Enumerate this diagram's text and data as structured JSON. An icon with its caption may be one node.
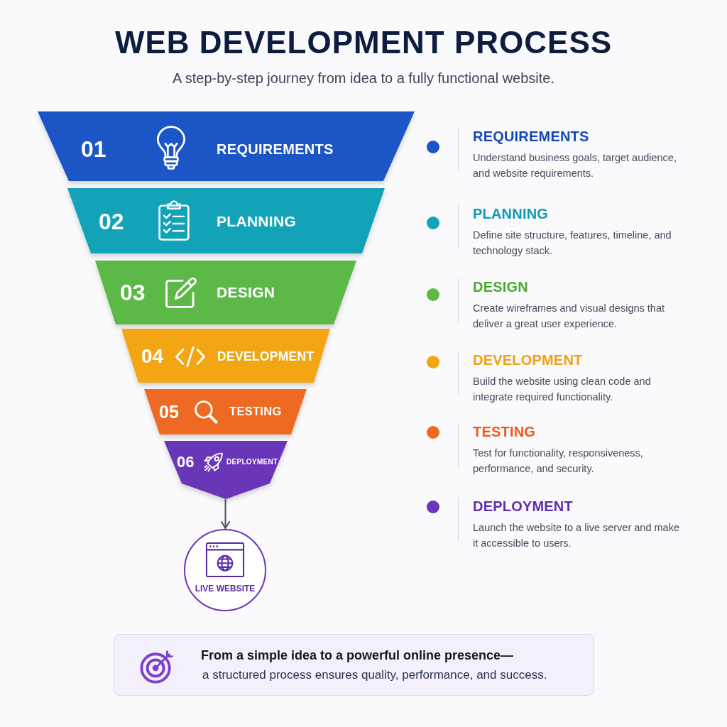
{
  "diagram": {
    "title": "WEB DEVELOPMENT PROCESS",
    "nodes": [
      {
        "text": [
          "01",
          "REQUIREMENTS"
        ]
      },
      {
        "text": [
          "02",
          "PLANNING"
        ]
      },
      {
        "text": [
          "03",
          "DESIGN"
        ]
      },
      {
        "text": [
          "04",
          "DEVELOPMENT"
        ]
      },
      {
        "text": [
          "05",
          "TESTING"
        ]
      },
      {
        "text": [
          "06",
          "DEPLOYMENT"
        ]
      },
      {
        "text": [
          "LIVE WEBSITE"
        ]
      },
      {
        "text": [
          "From a simple idea to a powerful online presence—",
          "a structured process ensures quality, performance, and success."
        ]
      }
    ],
    "edges": [
      {
        "from": 5,
        "to": 6,
        "arrow": "to"
      }
    ],
    "labels": [
      "A step-by-step journey from idea to a fully functional website.",
      "REQUIREMENTS",
      "Understand business goals, target audience, and website requirements.",
      "PLANNING",
      "Define site structure, features, timeline, and technology stack.",
      "DESIGN",
      "Create wireframes and visual designs that deliver a great user experience.",
      "DEVELOPMENT",
      "Build the website using clean code and integrate required functionality.",
      "TESTING",
      "Test for functionality, responsiveness, performance, and security.",
      "DEPLOYMENT",
      "Launch the website to a live server and make it accessible to users."
    ]
  }
}
